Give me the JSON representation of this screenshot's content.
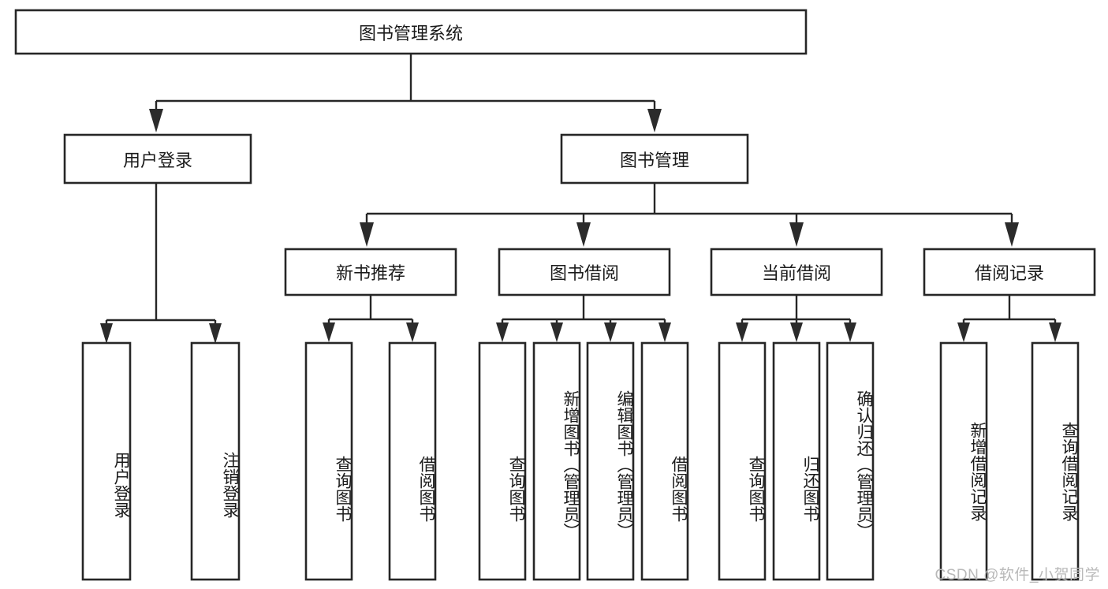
{
  "diagram": {
    "type": "tree",
    "title": "图书管理系统",
    "watermark": "CSDN @软件_小贺同学",
    "levels": {
      "root": {
        "label": "图书管理系统"
      },
      "level2": [
        {
          "label": "用户登录"
        },
        {
          "label": "图书管理"
        }
      ],
      "level3": [
        {
          "label": "新书推荐"
        },
        {
          "label": "图书借阅"
        },
        {
          "label": "当前借阅"
        },
        {
          "label": "借阅记录"
        }
      ],
      "leaves": {
        "user_login": [
          {
            "label": "用户登录"
          },
          {
            "label": "注销登录"
          }
        ],
        "new_book_recommend": [
          {
            "label": "查询图书"
          },
          {
            "label": "借阅图书"
          }
        ],
        "book_borrow": [
          {
            "label": "查询图书"
          },
          {
            "label": "新增图书（管理员）"
          },
          {
            "label": "编辑图书（管理员）"
          },
          {
            "label": "借阅图书"
          }
        ],
        "current_borrow": [
          {
            "label": "查询图书"
          },
          {
            "label": "归还图书"
          },
          {
            "label": "确认归还（管理员）"
          }
        ],
        "borrow_record": [
          {
            "label": "新增借阅记录"
          },
          {
            "label": "查询借阅记录"
          }
        ]
      }
    },
    "colors": {
      "box_stroke": "#262626",
      "box_fill": "#ffffff",
      "text": "#1b1b1b",
      "connector": "#262626",
      "watermark": "#b9b9b9",
      "background": "#ffffff"
    }
  }
}
